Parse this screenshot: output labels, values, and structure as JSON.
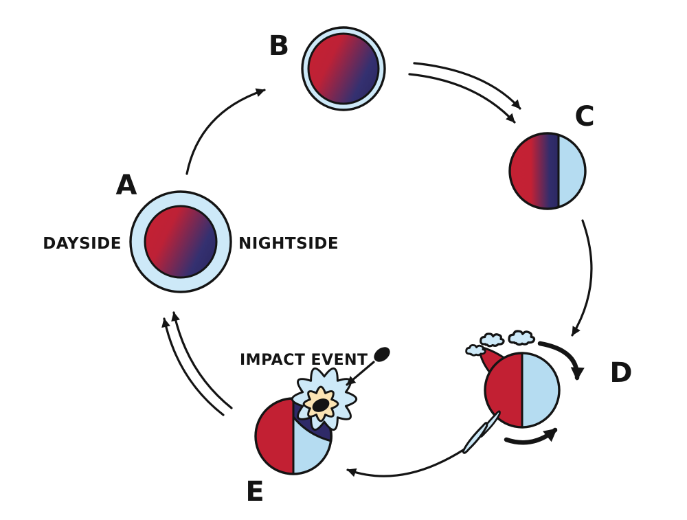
{
  "stages": [
    {
      "id": "A",
      "label": "A"
    },
    {
      "id": "B",
      "label": "B"
    },
    {
      "id": "C",
      "label": "C"
    },
    {
      "id": "D",
      "label": "D"
    },
    {
      "id": "E",
      "label": "E"
    }
  ],
  "annotations": {
    "dayside": "DAYSIDE",
    "nightside": "NIGHTSIDE",
    "impact_event": "IMPACT EVENT"
  },
  "palette": {
    "red": "#c22033",
    "navy": "#2f2a68",
    "atmo-blue": "#cde9f8",
    "half-blue": "#b5dcf1",
    "cream": "#fbe4b4",
    "ink": "#141414",
    "bg": "#ffffff"
  }
}
